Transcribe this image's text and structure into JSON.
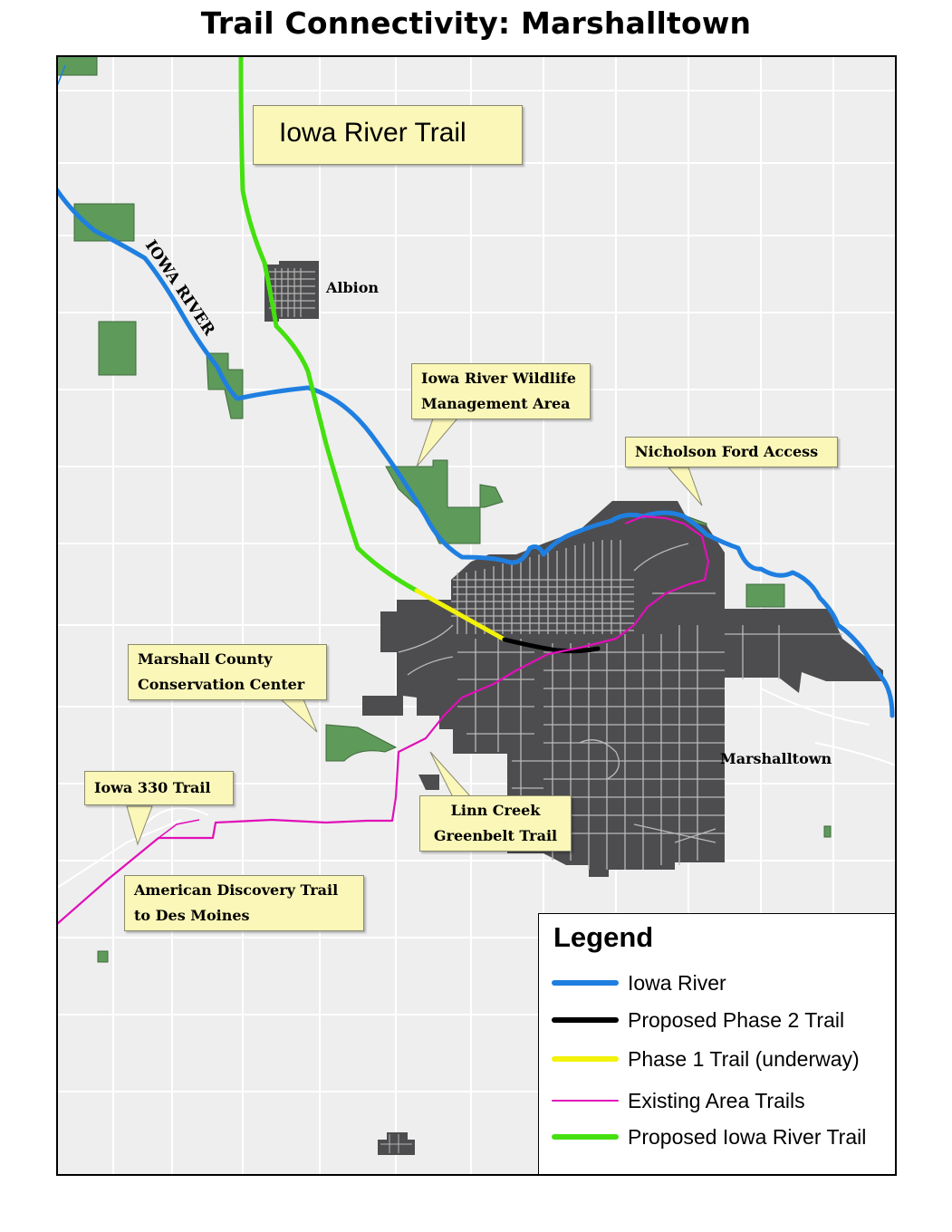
{
  "title": "Trail Connectivity: Marshalltown",
  "callouts": {
    "iowa_river_trail": "Iowa River Trail",
    "wildlife_line1": "Iowa River Wildlife",
    "wildlife_line2": "Management Area",
    "nicholson": "Nicholson Ford Access",
    "conservation_line1": "Marshall County",
    "conservation_line2": "Conservation Center",
    "iowa330": "Iowa 330 Trail",
    "linn_line1": "Linn Creek",
    "linn_line2": "Greenbelt Trail",
    "adt_line1": "American Discovery Trail",
    "adt_line2": "to Des Moines"
  },
  "places": {
    "albion": "Albion",
    "marshalltown": "Marshalltown",
    "river_label": "IOWA RIVER"
  },
  "legend": {
    "title": "Legend",
    "items": [
      {
        "label": "Iowa River",
        "color": "#1f7fe0",
        "thickness": "thick"
      },
      {
        "label": "Proposed Phase 2 Trail",
        "color": "#000000",
        "thickness": "thick"
      },
      {
        "label": "Phase 1 Trail (underway)",
        "color": "#f2f20a",
        "thickness": "thick"
      },
      {
        "label": "Existing Area Trails",
        "color": "#e00fb8",
        "thickness": "thin"
      },
      {
        "label": "Proposed Iowa River Trail",
        "color": "#44e00f",
        "thickness": "thick"
      }
    ]
  },
  "colors": {
    "map_background": "#eeeeee",
    "roads": "#ffffff",
    "urban_area": "#4d4d4f",
    "parks": "#5e9a5a",
    "iowa_river": "#1f7fe0",
    "proposed_iowa_river_trail": "#44e00f",
    "phase1": "#f2f20a",
    "phase2": "#000000",
    "existing_trails": "#e00fb8"
  }
}
